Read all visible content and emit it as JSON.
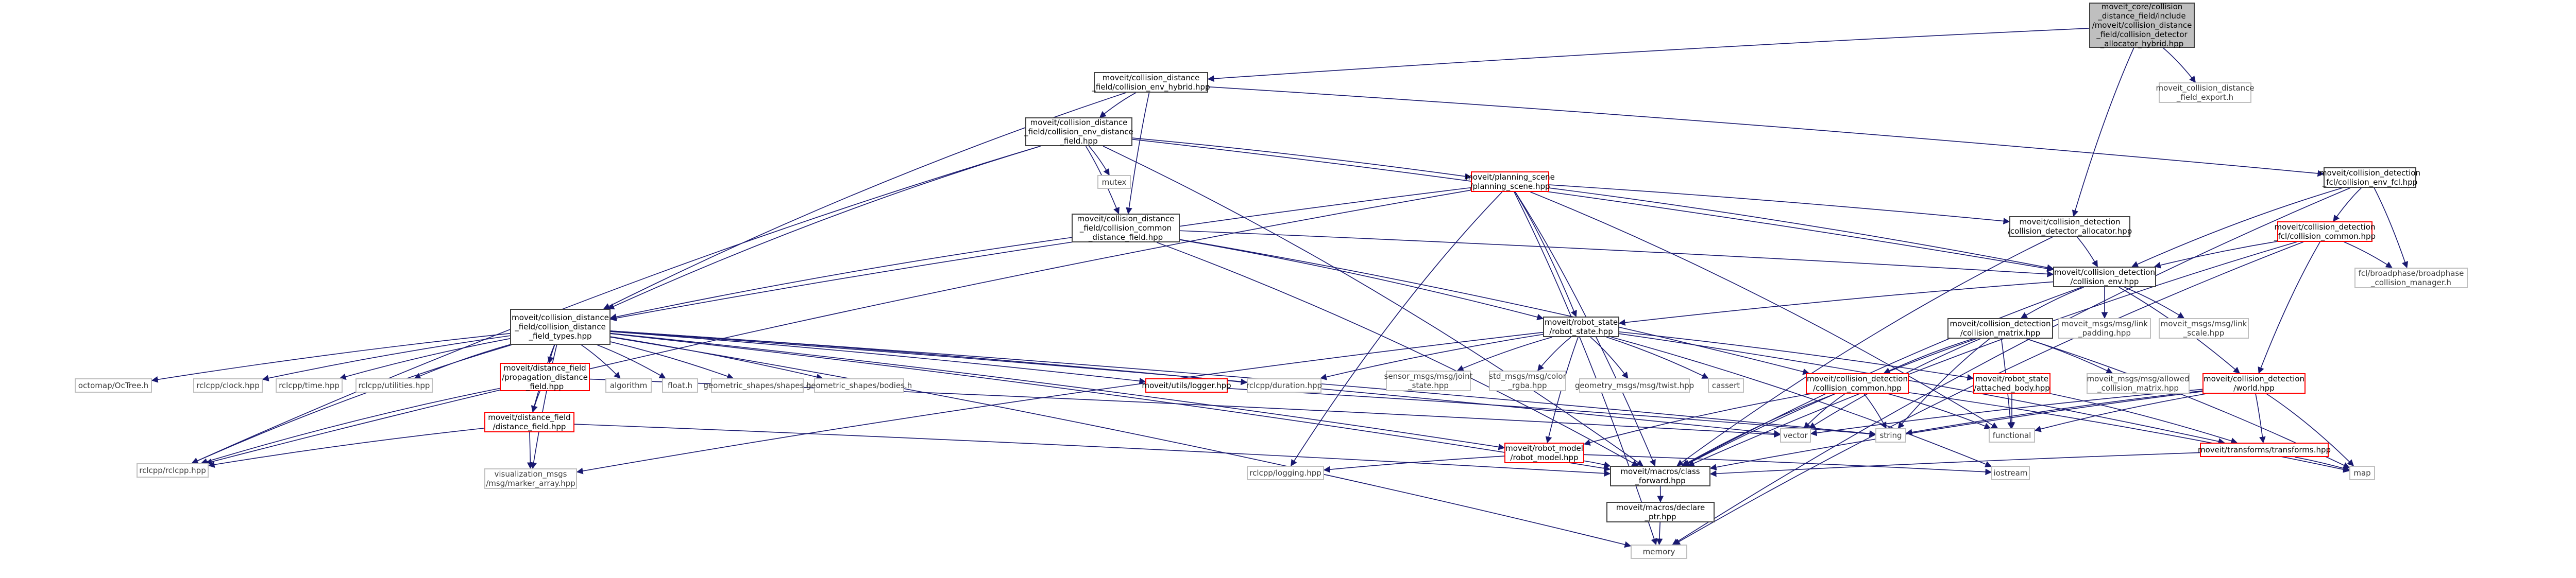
{
  "colors": {
    "edge": "#191970",
    "root_fill": "#bfbfbf",
    "border_normal": "#404040",
    "border_external": "#bfbfbf",
    "border_truncated": "#ff0000"
  },
  "nodes": [
    {
      "id": "root",
      "label": "moveit_core/collision\n_distance_field/include\n/moveit/collision_distance\n_field/collision_detector\n_allocator_hybrid.hpp",
      "kind": "root"
    },
    {
      "id": "hybrid",
      "label": "moveit/collision_distance\n_field/collision_env_hybrid.hpp",
      "kind": "normal"
    },
    {
      "id": "export",
      "label": "moveit_collision_distance\n_field_export.h",
      "kind": "ext"
    },
    {
      "id": "envdf",
      "label": "moveit/collision_distance\n_field/collision_env_distance\n_field.hpp",
      "kind": "normal"
    },
    {
      "id": "mutex",
      "label": "mutex",
      "kind": "ext"
    },
    {
      "id": "pscene",
      "label": "moveit/planning_scene\n/planning_scene.hpp",
      "kind": "red"
    },
    {
      "id": "fcl",
      "label": "moveit/collision_detection\n_fcl/collision_env_fcl.hpp",
      "kind": "normal"
    },
    {
      "id": "common_df",
      "label": "moveit/collision_distance\n_field/collision_common\n_distance_field.hpp",
      "kind": "normal"
    },
    {
      "id": "allocator",
      "label": "moveit/collision_detection\n/collision_detector_allocator.hpp",
      "kind": "normal"
    },
    {
      "id": "fcl_common",
      "label": "moveit/collision_detection\n_fcl/collision_common.hpp",
      "kind": "red"
    },
    {
      "id": "broadphase",
      "label": "fcl/broadphase/broadphase\n_collision_manager.h",
      "kind": "ext"
    },
    {
      "id": "cenv",
      "label": "moveit/collision_detection\n/collision_env.hpp",
      "kind": "normal"
    },
    {
      "id": "types",
      "label": "moveit/collision_distance\n_field/collision_distance\n_field_types.hpp",
      "kind": "normal"
    },
    {
      "id": "robot_state",
      "label": "moveit/robot_state\n/robot_state.hpp",
      "kind": "normal"
    },
    {
      "id": "cmatrix",
      "label": "moveit/collision_detection\n/collision_matrix.hpp",
      "kind": "normal"
    },
    {
      "id": "padding",
      "label": "moveit_msgs/msg/link\n_padding.hpp",
      "kind": "ext"
    },
    {
      "id": "scale",
      "label": "moveit_msgs/msg/link\n_scale.hpp",
      "kind": "ext"
    },
    {
      "id": "octree",
      "label": "octomap/OcTree.h",
      "kind": "ext"
    },
    {
      "id": "clock",
      "label": "rclcpp/clock.hpp",
      "kind": "ext"
    },
    {
      "id": "time",
      "label": "rclcpp/time.hpp",
      "kind": "ext"
    },
    {
      "id": "utilities",
      "label": "rclcpp/utilities.hpp",
      "kind": "ext"
    },
    {
      "id": "propagation",
      "label": "moveit/distance_field\n/propagation_distance\n_field.hpp",
      "kind": "red"
    },
    {
      "id": "algorithm",
      "label": "algorithm",
      "kind": "ext"
    },
    {
      "id": "float",
      "label": "float.h",
      "kind": "ext"
    },
    {
      "id": "shapes",
      "label": "geometric_shapes/shapes.h",
      "kind": "ext"
    },
    {
      "id": "bodies",
      "label": "geometric_shapes/bodies.h",
      "kind": "ext"
    },
    {
      "id": "logger",
      "label": "moveit/utils/logger.hpp",
      "kind": "red"
    },
    {
      "id": "duration",
      "label": "rclcpp/duration.hpp",
      "kind": "ext"
    },
    {
      "id": "joint_state",
      "label": "sensor_msgs/msg/joint\n_state.hpp",
      "kind": "ext"
    },
    {
      "id": "color",
      "label": "std_msgs/msg/color\n_rgba.hpp",
      "kind": "ext"
    },
    {
      "id": "twist",
      "label": "geometry_msgs/msg/twist.hpp",
      "kind": "ext"
    },
    {
      "id": "cassert",
      "label": "cassert",
      "kind": "ext"
    },
    {
      "id": "ccommon",
      "label": "moveit/collision_detection\n/collision_common.hpp",
      "kind": "red"
    },
    {
      "id": "attached",
      "label": "moveit/robot_state\n/attached_body.hpp",
      "kind": "red"
    },
    {
      "id": "acm",
      "label": "moveit_msgs/msg/allowed\n_collision_matrix.hpp",
      "kind": "ext"
    },
    {
      "id": "world",
      "label": "moveit/collision_detection\n/world.hpp",
      "kind": "red"
    },
    {
      "id": "dfield",
      "label": "moveit/distance_field\n/distance_field.hpp",
      "kind": "red"
    },
    {
      "id": "vector",
      "label": "vector",
      "kind": "ext"
    },
    {
      "id": "string",
      "label": "string",
      "kind": "ext"
    },
    {
      "id": "functional",
      "label": "functional",
      "kind": "ext"
    },
    {
      "id": "robot_model",
      "label": "moveit/robot_model\n/robot_model.hpp",
      "kind": "red"
    },
    {
      "id": "transforms",
      "label": "moveit/transforms/transforms.hpp",
      "kind": "red"
    },
    {
      "id": "rclcpp",
      "label": "rclcpp/rclcpp.hpp",
      "kind": "ext"
    },
    {
      "id": "marker",
      "label": "visualization_msgs\n/msg/marker_array.hpp",
      "kind": "ext"
    },
    {
      "id": "logging",
      "label": "rclcpp/logging.hpp",
      "kind": "ext"
    },
    {
      "id": "class_forward",
      "label": "moveit/macros/class\n_forward.hpp",
      "kind": "normal"
    },
    {
      "id": "iostream",
      "label": "iostream",
      "kind": "ext"
    },
    {
      "id": "map",
      "label": "map",
      "kind": "ext"
    },
    {
      "id": "declare_ptr",
      "label": "moveit/macros/declare\n_ptr.hpp",
      "kind": "normal"
    },
    {
      "id": "memory",
      "label": "memory",
      "kind": "ext"
    }
  ],
  "edges": [
    [
      "root",
      "hybrid"
    ],
    [
      "root",
      "export"
    ],
    [
      "root",
      "allocator"
    ],
    [
      "hybrid",
      "envdf"
    ],
    [
      "hybrid",
      "common_df"
    ],
    [
      "hybrid",
      "types"
    ],
    [
      "hybrid",
      "fcl"
    ],
    [
      "envdf",
      "mutex"
    ],
    [
      "envdf",
      "pscene"
    ],
    [
      "envdf",
      "common_df"
    ],
    [
      "envdf",
      "types"
    ],
    [
      "envdf",
      "cenv"
    ],
    [
      "envdf",
      "class_forward"
    ],
    [
      "envdf",
      "rclcpp"
    ],
    [
      "pscene",
      "allocator"
    ],
    [
      "pscene",
      "cenv"
    ],
    [
      "pscene",
      "robot_state"
    ],
    [
      "pscene",
      "memory"
    ],
    [
      "pscene",
      "class_forward"
    ],
    [
      "pscene",
      "functional"
    ],
    [
      "pscene",
      "rclcpp"
    ],
    [
      "pscene",
      "logging"
    ],
    [
      "pscene",
      "types"
    ],
    [
      "fcl",
      "cenv"
    ],
    [
      "fcl",
      "fcl_common"
    ],
    [
      "fcl",
      "broadphase"
    ],
    [
      "fcl",
      "memory"
    ],
    [
      "common_df",
      "types"
    ],
    [
      "common_df",
      "cenv"
    ],
    [
      "common_df",
      "robot_state"
    ],
    [
      "common_df",
      "class_forward"
    ],
    [
      "common_df",
      "ccommon"
    ],
    [
      "allocator",
      "cenv"
    ],
    [
      "allocator",
      "class_forward"
    ],
    [
      "fcl_common",
      "cenv"
    ],
    [
      "fcl_common",
      "world"
    ],
    [
      "fcl_common",
      "broadphase"
    ],
    [
      "fcl_common",
      "class_forward"
    ],
    [
      "fcl_common",
      "memory"
    ],
    [
      "cenv",
      "robot_state"
    ],
    [
      "cenv",
      "cmatrix"
    ],
    [
      "cenv",
      "padding"
    ],
    [
      "cenv",
      "scale"
    ],
    [
      "cenv",
      "world"
    ],
    [
      "cenv",
      "class_forward"
    ],
    [
      "types",
      "octree"
    ],
    [
      "types",
      "clock"
    ],
    [
      "types",
      "time"
    ],
    [
      "types",
      "utilities"
    ],
    [
      "types",
      "propagation"
    ],
    [
      "types",
      "algorithm"
    ],
    [
      "types",
      "float"
    ],
    [
      "types",
      "shapes"
    ],
    [
      "types",
      "bodies"
    ],
    [
      "types",
      "logger"
    ],
    [
      "types",
      "duration"
    ],
    [
      "types",
      "dfield"
    ],
    [
      "types",
      "rclcpp"
    ],
    [
      "types",
      "marker"
    ],
    [
      "types",
      "vector"
    ],
    [
      "types",
      "string"
    ],
    [
      "types",
      "class_forward"
    ],
    [
      "types",
      "memory"
    ],
    [
      "types",
      "robot_model"
    ],
    [
      "robot_state",
      "duration"
    ],
    [
      "robot_state",
      "joint_state"
    ],
    [
      "robot_state",
      "color"
    ],
    [
      "robot_state",
      "twist"
    ],
    [
      "robot_state",
      "cassert"
    ],
    [
      "robot_state",
      "attached"
    ],
    [
      "robot_state",
      "robot_model"
    ],
    [
      "robot_state",
      "marker"
    ],
    [
      "robot_state",
      "transforms"
    ],
    [
      "robot_state",
      "iostream"
    ],
    [
      "cmatrix",
      "ccommon"
    ],
    [
      "cmatrix",
      "acm"
    ],
    [
      "cmatrix",
      "class_forward"
    ],
    [
      "cmatrix",
      "string"
    ],
    [
      "cmatrix",
      "vector"
    ],
    [
      "cmatrix",
      "map"
    ],
    [
      "cmatrix",
      "functional"
    ],
    [
      "ccommon",
      "robot_model"
    ],
    [
      "ccommon",
      "vector"
    ],
    [
      "ccommon",
      "string"
    ],
    [
      "ccommon",
      "map"
    ],
    [
      "ccommon",
      "class_forward"
    ],
    [
      "ccommon",
      "functional"
    ],
    [
      "attached",
      "functional"
    ],
    [
      "attached",
      "transforms"
    ],
    [
      "world",
      "transforms"
    ],
    [
      "world",
      "vector"
    ],
    [
      "world",
      "string"
    ],
    [
      "world",
      "functional"
    ],
    [
      "world",
      "map"
    ],
    [
      "world",
      "class_forward"
    ],
    [
      "propagation",
      "dfield"
    ],
    [
      "propagation",
      "rclcpp"
    ],
    [
      "propagation",
      "vector"
    ],
    [
      "dfield",
      "rclcpp"
    ],
    [
      "dfield",
      "marker"
    ],
    [
      "dfield",
      "class_forward"
    ],
    [
      "logger",
      "string"
    ],
    [
      "robot_model",
      "logging"
    ],
    [
      "robot_model",
      "class_forward"
    ],
    [
      "robot_model",
      "iostream"
    ],
    [
      "transforms",
      "class_forward"
    ],
    [
      "transforms",
      "map"
    ],
    [
      "class_forward",
      "declare_ptr"
    ],
    [
      "declare_ptr",
      "memory"
    ]
  ]
}
